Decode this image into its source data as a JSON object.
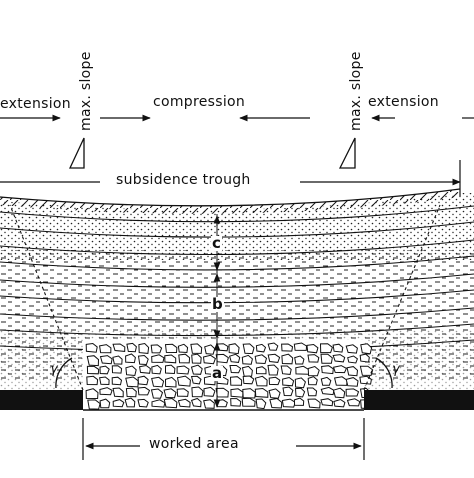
{
  "labels": {
    "extension_left": "extension",
    "compression": "compression",
    "extension_right": "extension",
    "max_slope_left": "max. slope",
    "max_slope_right": "max. slope",
    "subsidence_trough": "subsidence trough",
    "worked_area": "worked area",
    "zone_a": "a",
    "zone_b": "b",
    "zone_c": "c",
    "angle_left": "γ",
    "angle_right": "γ"
  }
}
